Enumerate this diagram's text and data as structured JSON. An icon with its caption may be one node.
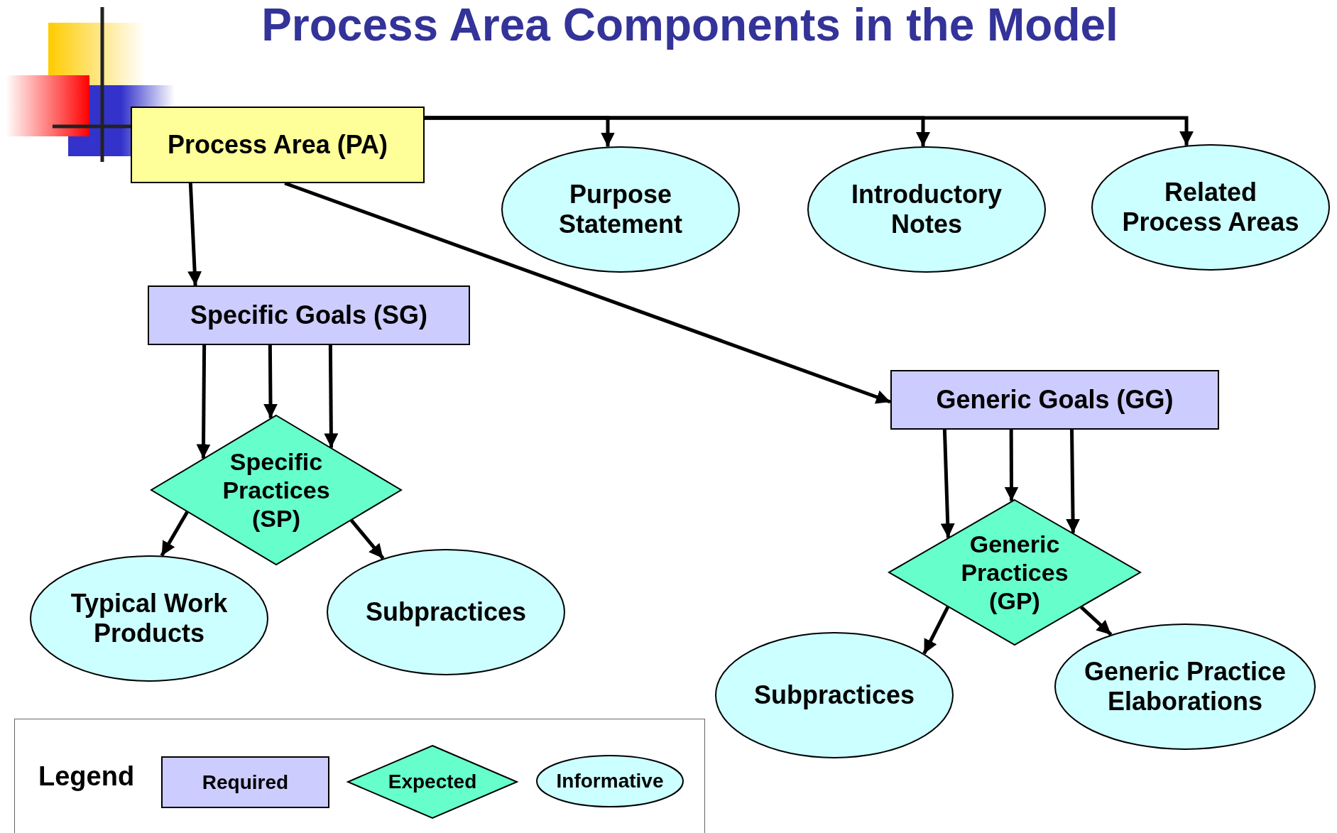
{
  "diagram": {
    "title": "Process Area Components in the Model",
    "nodes": [
      {
        "text": [
          "Process Area (PA)"
        ]
      },
      {
        "text": [
          "Purpose Statement"
        ]
      },
      {
        "text": [
          "Introductory Notes"
        ]
      },
      {
        "text": [
          "Related Process Areas"
        ]
      },
      {
        "text": [
          "Specific Goals (SG)"
        ]
      },
      {
        "text": [
          "Specific Practices (SP)"
        ]
      },
      {
        "text": [
          "Typical Work Products"
        ]
      },
      {
        "text": [
          "Subpractices"
        ]
      },
      {
        "text": [
          "Generic Goals (GG)"
        ]
      },
      {
        "text": [
          "Generic Practices (GP)"
        ]
      },
      {
        "text": [
          "Subpractices"
        ]
      },
      {
        "text": [
          "Generic Practice Elaborations"
        ]
      }
    ],
    "edges": [
      {
        "from": 0,
        "to": 1,
        "arrow": "to"
      },
      {
        "from": 0,
        "to": 2,
        "arrow": "to"
      },
      {
        "from": 0,
        "to": 3,
        "arrow": "to"
      },
      {
        "from": 0,
        "to": 4,
        "arrow": "to"
      },
      {
        "from": 0,
        "to": 8,
        "arrow": "to"
      },
      {
        "from": 4,
        "to": 5,
        "arrow": "to"
      },
      {
        "from": 4,
        "to": 5,
        "arrow": "to"
      },
      {
        "from": 4,
        "to": 5,
        "arrow": "to"
      },
      {
        "from": 5,
        "to": 6,
        "arrow": "to"
      },
      {
        "from": 5,
        "to": 7,
        "arrow": "to"
      },
      {
        "from": 8,
        "to": 9,
        "arrow": "to"
      },
      {
        "from": 8,
        "to": 9,
        "arrow": "to"
      },
      {
        "from": 8,
        "to": 9,
        "arrow": "to"
      },
      {
        "from": 9,
        "to": 10,
        "arrow": "to"
      },
      {
        "from": 9,
        "to": 11,
        "arrow": "to"
      }
    ],
    "labels": [
      "Legend"
    ],
    "legend": [
      {
        "text": "Required",
        "color": "#ccccff"
      },
      {
        "text": "Expected",
        "color": "#66ffcc"
      },
      {
        "text": "Informative",
        "color": "#ccffff"
      }
    ]
  }
}
